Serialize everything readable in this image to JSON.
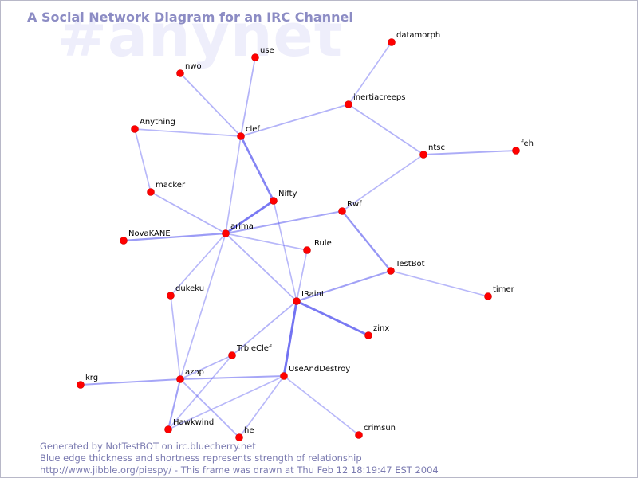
{
  "watermark": "#anynet",
  "title": "A Social Network Diagram for an IRC Channel",
  "colors": {
    "node": "#ff0000",
    "node_stroke": "#cc0000",
    "edge": "#5a5af0",
    "title": "#8c8cc4",
    "watermark": "#eeeefb",
    "footer": "#7a7ab0"
  },
  "nodes": [
    {
      "id": "datamorph",
      "label": "datamorph"
    },
    {
      "id": "use",
      "label": "use"
    },
    {
      "id": "nwo",
      "label": "nwo"
    },
    {
      "id": "inertiacreeps",
      "label": "inertiacreeps"
    },
    {
      "id": "Anything",
      "label": "Anything"
    },
    {
      "id": "clef",
      "label": "clef"
    },
    {
      "id": "ntsc",
      "label": "ntsc"
    },
    {
      "id": "feh",
      "label": "feh"
    },
    {
      "id": "macker",
      "label": "macker"
    },
    {
      "id": "Nifty",
      "label": "Nifty"
    },
    {
      "id": "Rwf",
      "label": "Rwf"
    },
    {
      "id": "arima",
      "label": "arima"
    },
    {
      "id": "NovaKANE",
      "label": "NovaKANE"
    },
    {
      "id": "IRule",
      "label": "IRule"
    },
    {
      "id": "TestBot",
      "label": "TestBot"
    },
    {
      "id": "dukeku",
      "label": "dukeku"
    },
    {
      "id": "timer",
      "label": "timer"
    },
    {
      "id": "IRainI",
      "label": "IRainI"
    },
    {
      "id": "zinx",
      "label": "zinx"
    },
    {
      "id": "TrbleClef",
      "label": "TrbleClef"
    },
    {
      "id": "azop",
      "label": "azop"
    },
    {
      "id": "UseAndDestroy",
      "label": "UseAndDestroy"
    },
    {
      "id": "krg",
      "label": "krg"
    },
    {
      "id": "Hawkwind",
      "label": "Hawkwind"
    },
    {
      "id": "he",
      "label": "he"
    },
    {
      "id": "crimsun",
      "label": "crimsun"
    }
  ],
  "edges": [
    {
      "source": "datamorph",
      "target": "inertiacreeps",
      "strength": 0.3
    },
    {
      "source": "inertiacreeps",
      "target": "clef",
      "strength": 0.35
    },
    {
      "source": "inertiacreeps",
      "target": "ntsc",
      "strength": 0.35
    },
    {
      "source": "ntsc",
      "target": "feh",
      "strength": 0.4
    },
    {
      "source": "ntsc",
      "target": "Rwf",
      "strength": 0.3
    },
    {
      "source": "use",
      "target": "clef",
      "strength": 0.35
    },
    {
      "source": "nwo",
      "target": "clef",
      "strength": 0.35
    },
    {
      "source": "Anything",
      "target": "clef",
      "strength": 0.3
    },
    {
      "source": "Anything",
      "target": "macker",
      "strength": 0.3
    },
    {
      "source": "macker",
      "target": "arima",
      "strength": 0.35
    },
    {
      "source": "clef",
      "target": "Nifty",
      "strength": 0.75
    },
    {
      "source": "clef",
      "target": "arima",
      "strength": 0.3
    },
    {
      "source": "Nifty",
      "target": "arima",
      "strength": 0.85
    },
    {
      "source": "Nifty",
      "target": "IRainI",
      "strength": 0.3
    },
    {
      "source": "arima",
      "target": "Rwf",
      "strength": 0.45
    },
    {
      "source": "arima",
      "target": "NovaKANE",
      "strength": 0.55
    },
    {
      "source": "arima",
      "target": "IRule",
      "strength": 0.3
    },
    {
      "source": "arima",
      "target": "IRainI",
      "strength": 0.35
    },
    {
      "source": "arima",
      "target": "dukeku",
      "strength": 0.3
    },
    {
      "source": "arima",
      "target": "azop",
      "strength": 0.3
    },
    {
      "source": "Rwf",
      "target": "TestBot",
      "strength": 0.6
    },
    {
      "source": "IRule",
      "target": "IRainI",
      "strength": 0.3
    },
    {
      "source": "TestBot",
      "target": "IRainI",
      "strength": 0.5
    },
    {
      "source": "TestBot",
      "target": "timer",
      "strength": 0.3
    },
    {
      "source": "IRainI",
      "target": "zinx",
      "strength": 0.85
    },
    {
      "source": "IRainI",
      "target": "UseAndDestroy",
      "strength": 0.9
    },
    {
      "source": "IRainI",
      "target": "TrbleClef",
      "strength": 0.35
    },
    {
      "source": "dukeku",
      "target": "azop",
      "strength": 0.3
    },
    {
      "source": "TrbleClef",
      "target": "azop",
      "strength": 0.35
    },
    {
      "source": "TrbleClef",
      "target": "Hawkwind",
      "strength": 0.3
    },
    {
      "source": "azop",
      "target": "UseAndDestroy",
      "strength": 0.45
    },
    {
      "source": "azop",
      "target": "krg",
      "strength": 0.45
    },
    {
      "source": "azop",
      "target": "Hawkwind",
      "strength": 0.5
    },
    {
      "source": "azop",
      "target": "he",
      "strength": 0.35
    },
    {
      "source": "UseAndDestroy",
      "target": "Hawkwind",
      "strength": 0.3
    },
    {
      "source": "UseAndDestroy",
      "target": "he",
      "strength": 0.3
    },
    {
      "source": "UseAndDestroy",
      "target": "crimsun",
      "strength": 0.3
    }
  ],
  "footer": {
    "line1": "Generated by NotTestBOT on irc.bluecherry.net",
    "line2": "Blue edge thickness and shortness represents strength of relationship",
    "line3": "http://www.jibble.org/piespy/ - This frame was drawn at Thu Feb 12 18:19:47 EST 2004"
  }
}
